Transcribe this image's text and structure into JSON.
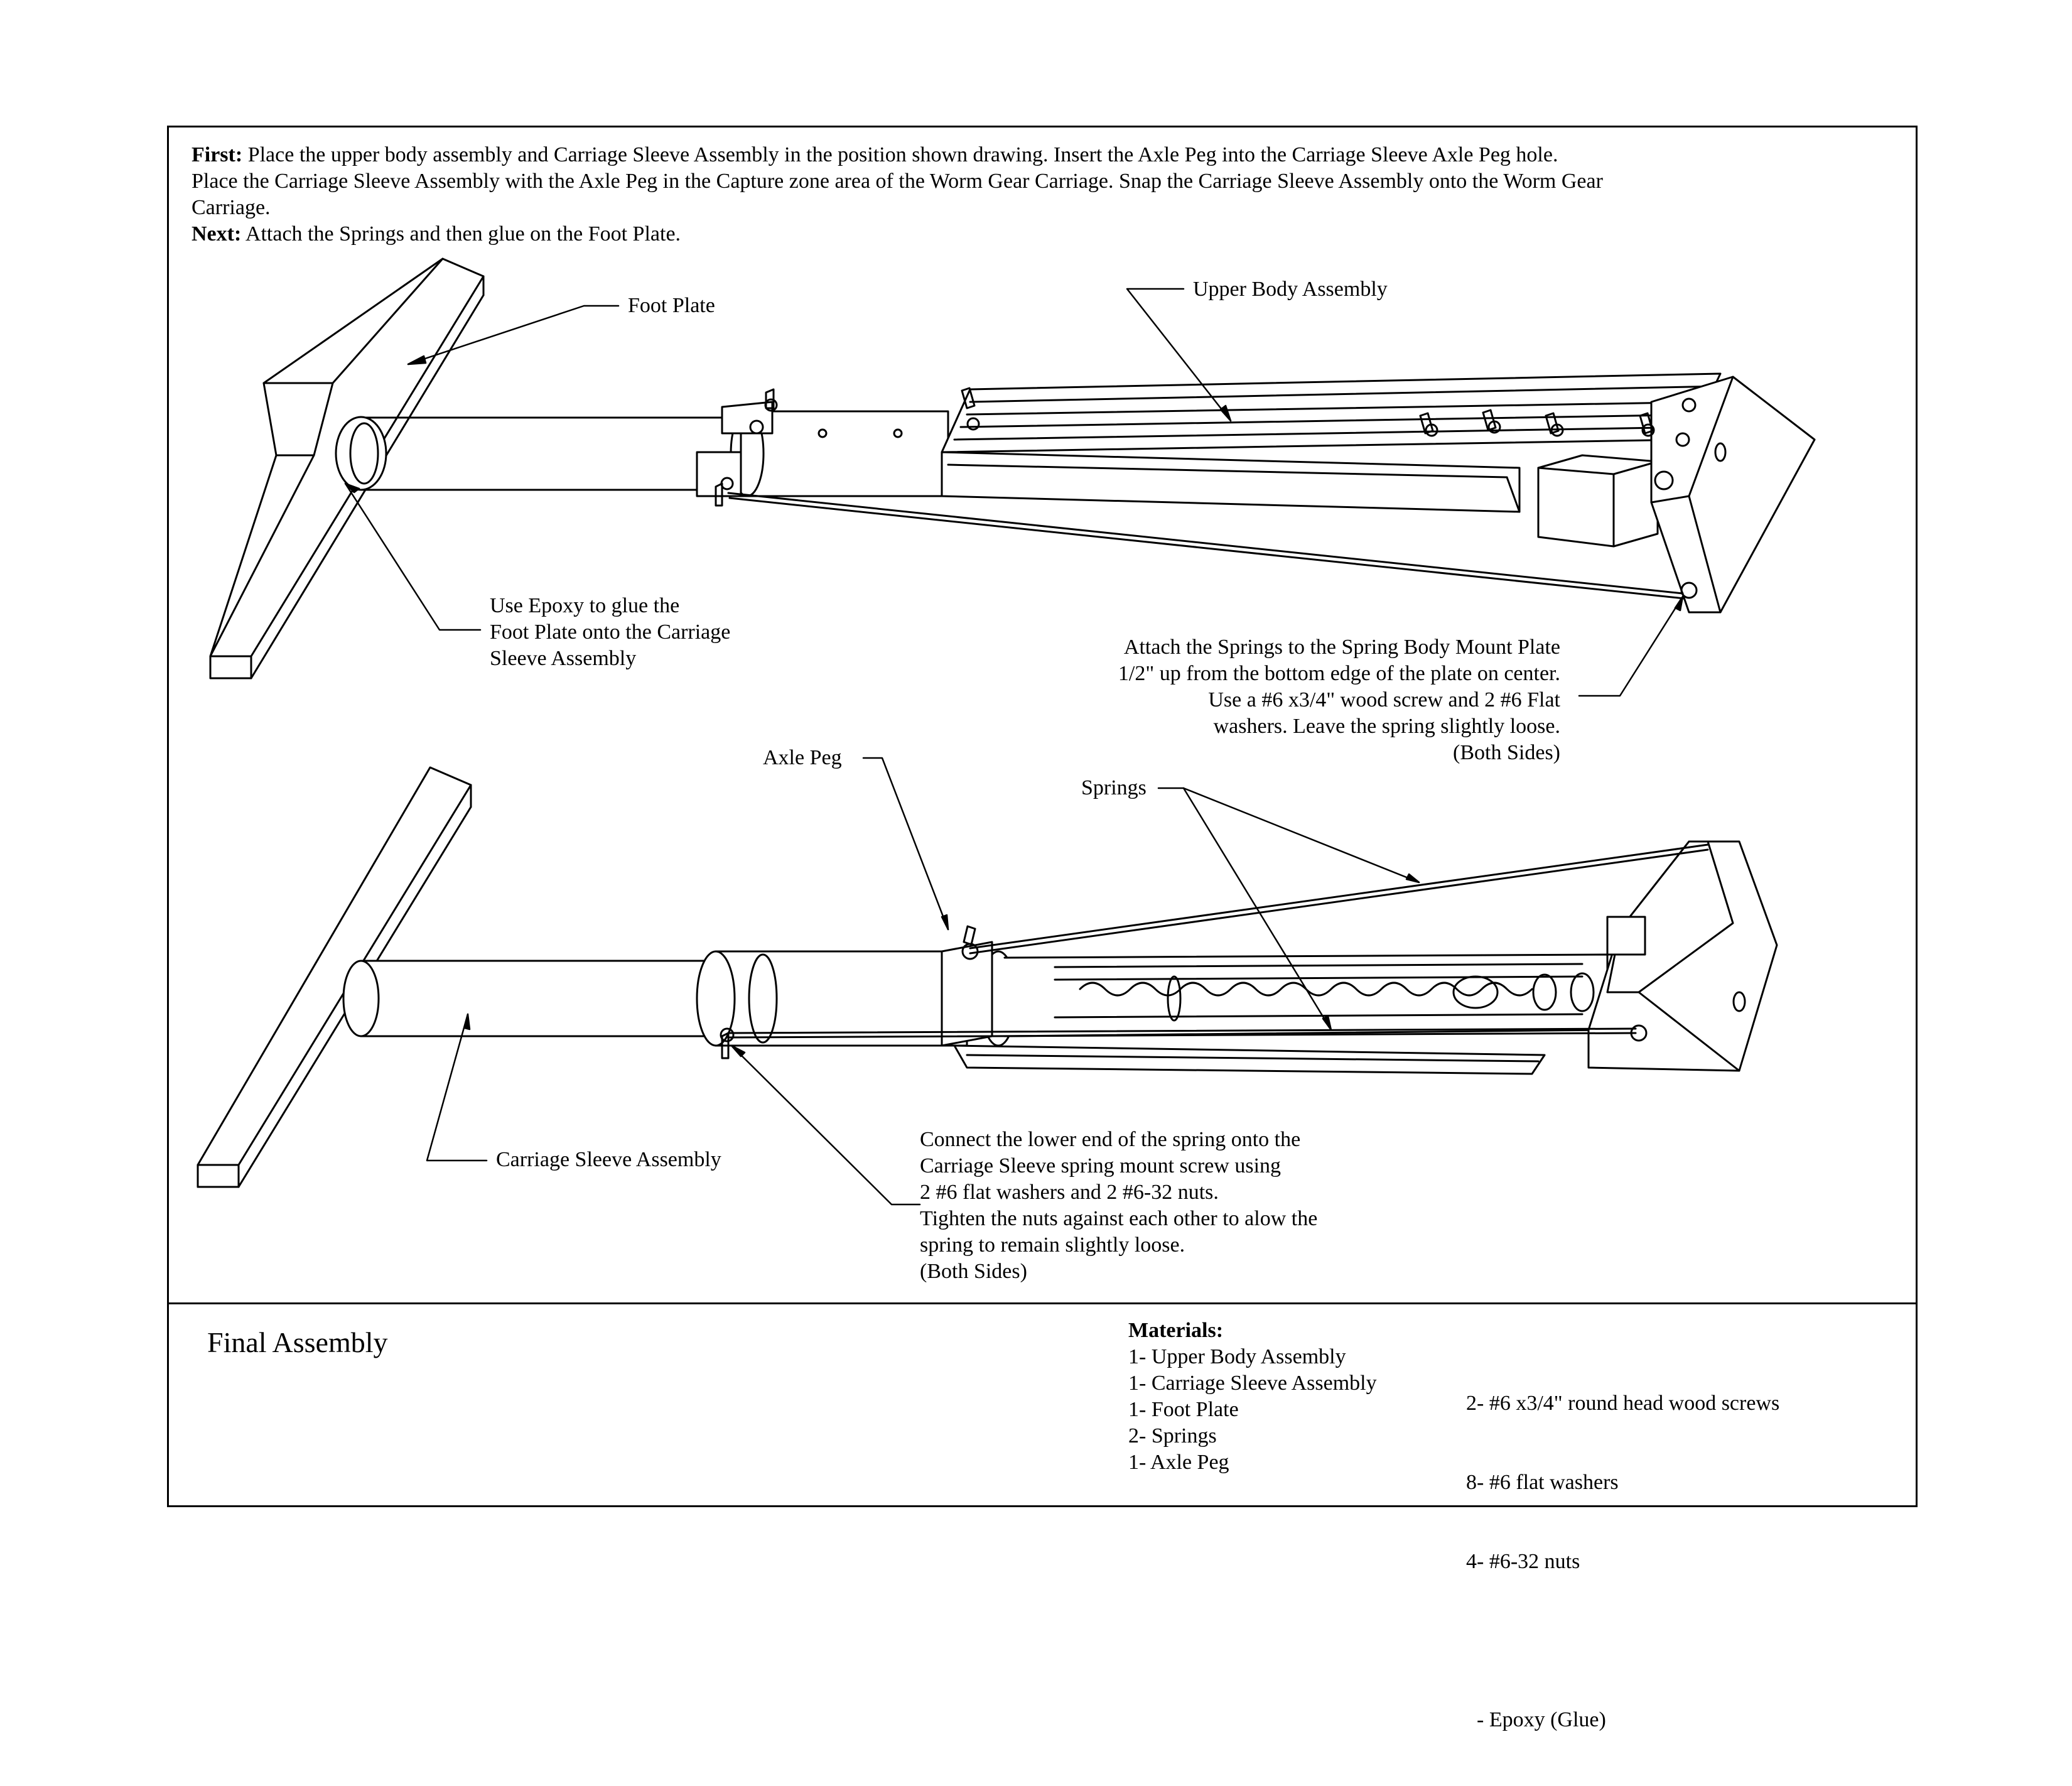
{
  "instructions": {
    "first_label": "First:",
    "first_line1": "Place the upper body assembly and Carriage Sleeve Assembly in the position shown drawing. Insert the Axle Peg into the Carriage Sleeve Axle Peg hole.",
    "line2": "Place the Carriage Sleeve Assembly with the Axle Peg in the Capture zone area of the Worm Gear Carriage.  Snap the Carriage Sleeve Assembly onto the Worm Gear",
    "line3": "Carriage.",
    "next_label": "Next:",
    "next_text": "Attach the Springs and then glue on the Foot Plate."
  },
  "callouts": {
    "foot_plate": "Foot Plate",
    "upper_body_assembly": "Upper Body Assembly",
    "epoxy": [
      "Use Epoxy to glue the",
      "Foot Plate onto the Carriage",
      "Sleeve Assembly"
    ],
    "attach_springs": [
      "Attach the Springs to the Spring Body Mount Plate",
      "1/2\" up from the bottom edge of the plate on center.",
      "Use a #6 x3/4\" wood screw and 2 #6 Flat",
      "washers.  Leave the spring slightly loose.",
      "(Both Sides)"
    ],
    "axle_peg": "Axle Peg",
    "springs": "Springs",
    "carriage_sleeve_assembly": "Carriage Sleeve Assembly",
    "connect_lower": [
      "Connect the lower end of the spring onto the",
      "Carriage Sleeve spring mount screw using",
      "2 #6 flat washers and 2 #6-32 nuts.",
      "Tighten the nuts against each other to alow the",
      "spring to remain slightly loose.",
      "(Both Sides)"
    ]
  },
  "title_block": {
    "title": "Final Assembly",
    "materials_label": "Materials:",
    "materials_left": [
      "1- Upper Body Assembly",
      "1- Carriage Sleeve Assembly",
      "1- Foot Plate",
      "2- Springs",
      "1- Axle Peg"
    ],
    "materials_right": [
      "2- #6 x3/4\" round head wood screws",
      "8- #6 flat washers",
      "4- #6-32 nuts",
      "",
      "  - Epoxy (Glue)"
    ]
  }
}
